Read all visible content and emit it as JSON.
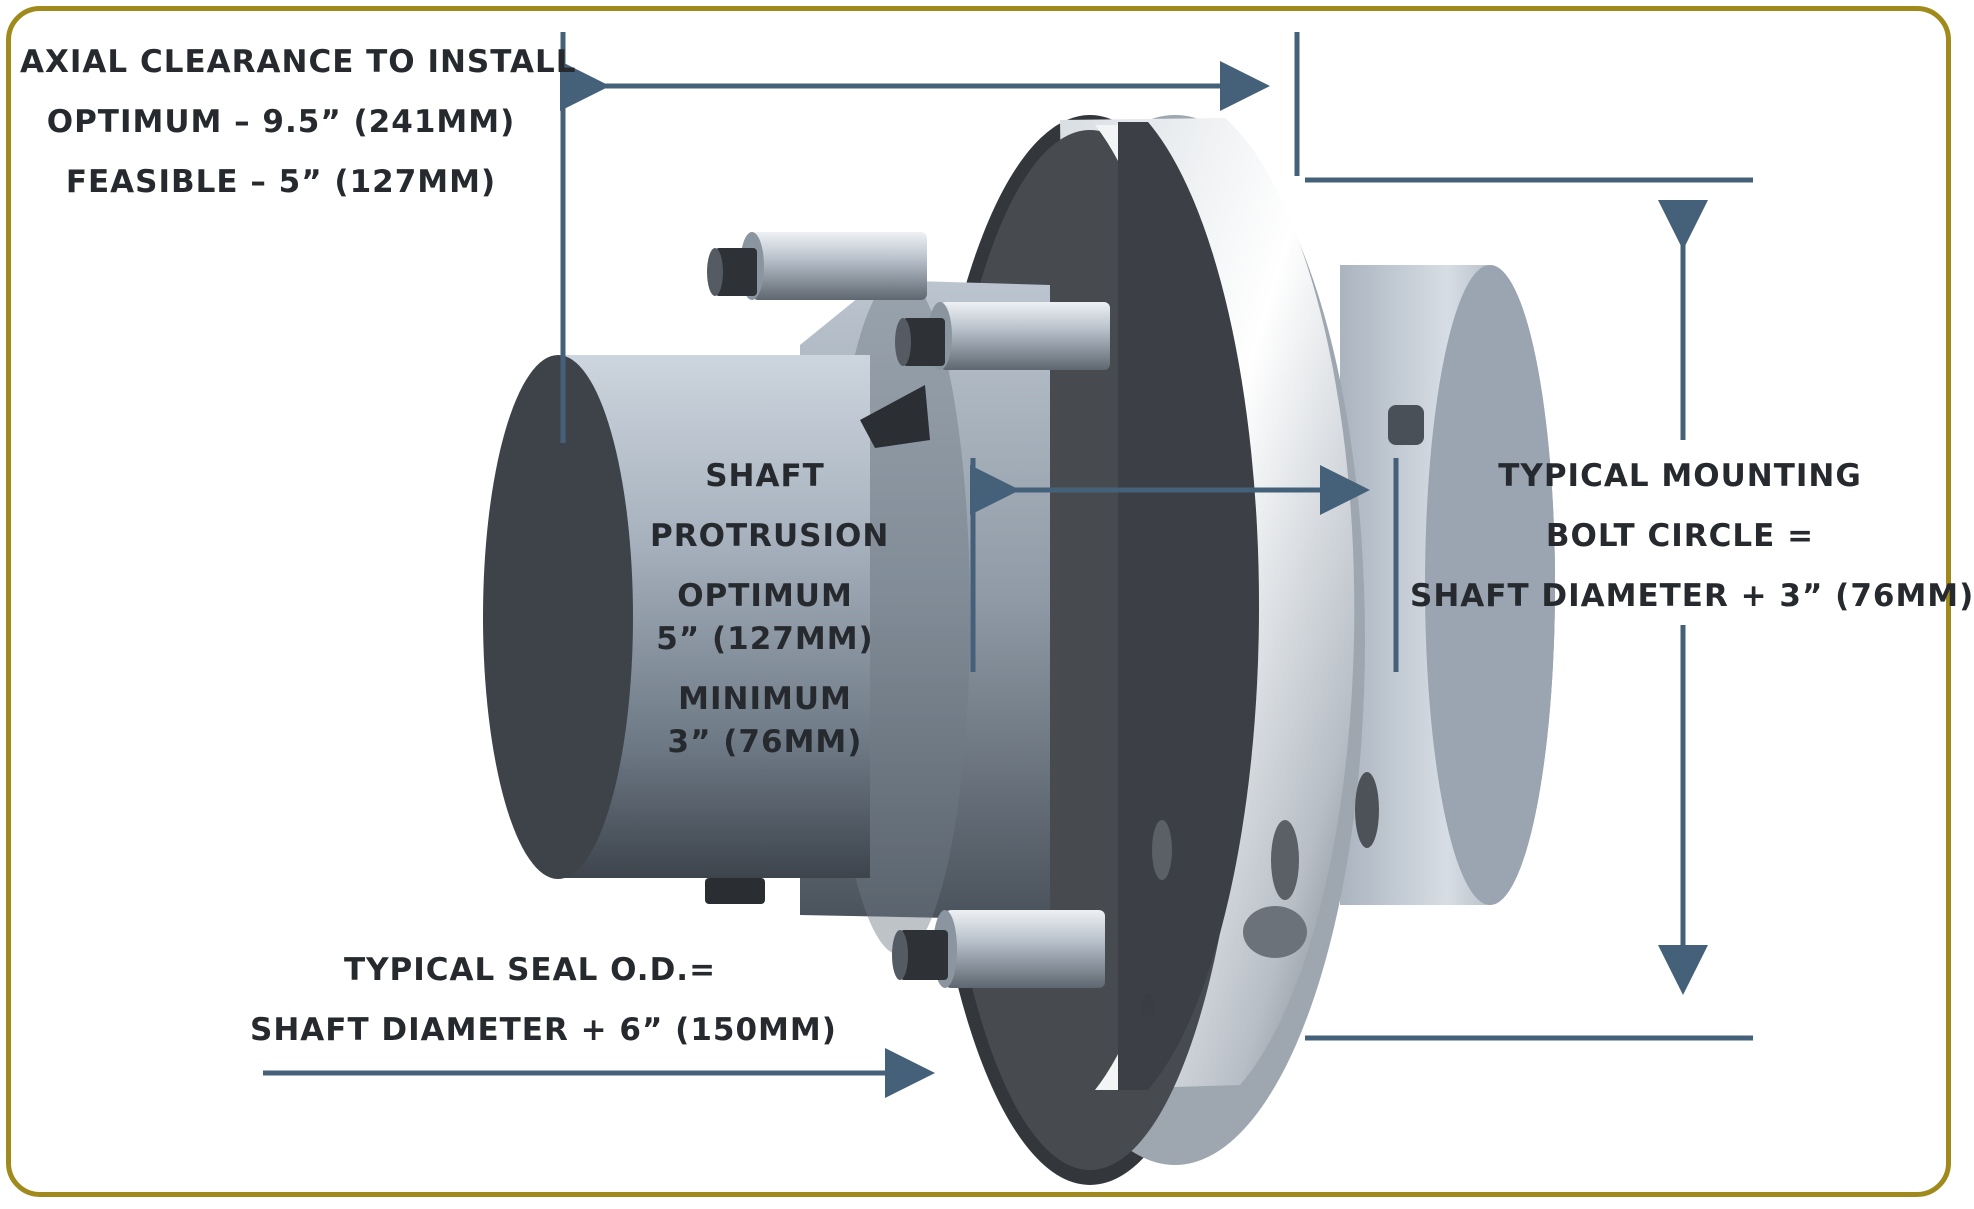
{
  "colors": {
    "frame": "#a08a1c",
    "dimension_line": "#45617a",
    "metal_dark": "#3a3e43",
    "metal_mid": "#8f9aa6",
    "metal_light": "#e3e7eb",
    "text": "#262a2e"
  },
  "labels": {
    "axial_clearance": {
      "title": "AXIAL CLEARANCE TO INSTALL",
      "optimum": "OPTIMUM – 9.5” (241MM)",
      "feasible": "FEASIBLE – 5” (127MM)"
    },
    "shaft_protrusion": {
      "title_1": "SHAFT",
      "title_2": "PROTRUSION",
      "optimum_label": "OPTIMUM",
      "optimum_value": "5” (127MM)",
      "minimum_label": "MINIMUM",
      "minimum_value": "3” (76MM)"
    },
    "bolt_circle": {
      "line_1": "TYPICAL MOUNTING",
      "line_2": "BOLT CIRCLE =",
      "line_3": "SHAFT DIAMETER + 3” (76MM)"
    },
    "seal_od": {
      "line_1": "TYPICAL SEAL O.D.=",
      "line_2": "SHAFT DIAMETER + 6” (150MM)"
    }
  }
}
